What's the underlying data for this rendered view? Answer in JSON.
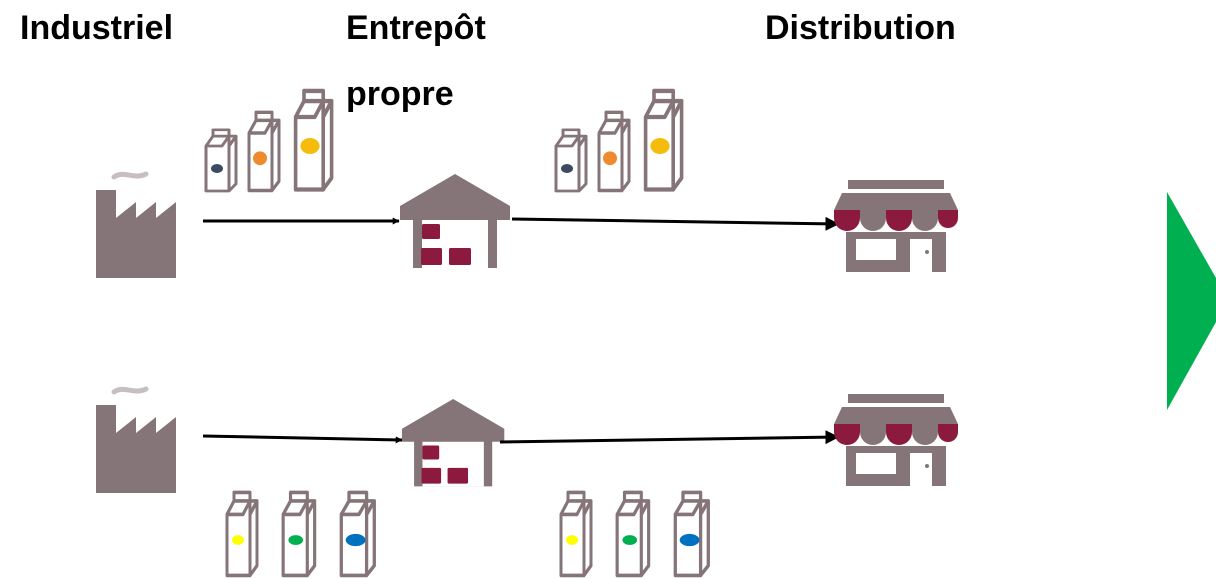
{
  "headers": {
    "industriel": "Industriel",
    "entrepot_line1": "Entrepôt",
    "entrepot_line2": "propre",
    "distribution": "Distribution"
  },
  "colors": {
    "icon_gray": "#857579",
    "accent_maroon": "#8B1A3E",
    "arrow_black": "#000000",
    "next_arrow_green": "#00B050",
    "dot_navy": "#3A4A5F",
    "dot_orange": "#EE8B2E",
    "dot_gold": "#F5BC0E",
    "dot_yellow": "#FFFF00",
    "dot_green": "#00B050",
    "dot_blue": "#0070C0"
  },
  "rows": [
    {
      "name": "top-flow",
      "carton_dots": [
        "dot_navy",
        "dot_orange",
        "dot_gold"
      ]
    },
    {
      "name": "bottom-flow",
      "carton_dots": [
        "dot_yellow",
        "dot_green",
        "dot_blue"
      ]
    }
  ]
}
